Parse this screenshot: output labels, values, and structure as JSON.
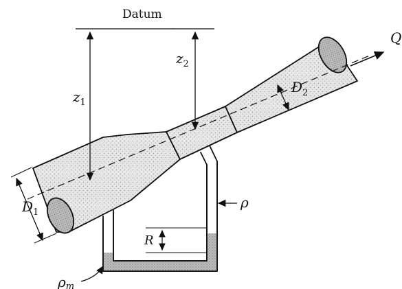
{
  "diagram": {
    "datum_label": "Datum",
    "z1_label": "z",
    "z1_sub": "1",
    "z2_label": "z",
    "z2_sub": "2",
    "d1_label": "D",
    "d1_sub": "1",
    "d2_label": "D",
    "d2_sub": "2",
    "q_label": "Q",
    "rho_label": "ρ",
    "rhom_label": "ρ",
    "rhom_sub": "m",
    "r_label": "R"
  },
  "colors": {
    "line": "#111111",
    "fluid_fill": "#d9d9d9",
    "stipple": "#9a9a9a",
    "manometer_fluid": "#bdbdbd"
  }
}
